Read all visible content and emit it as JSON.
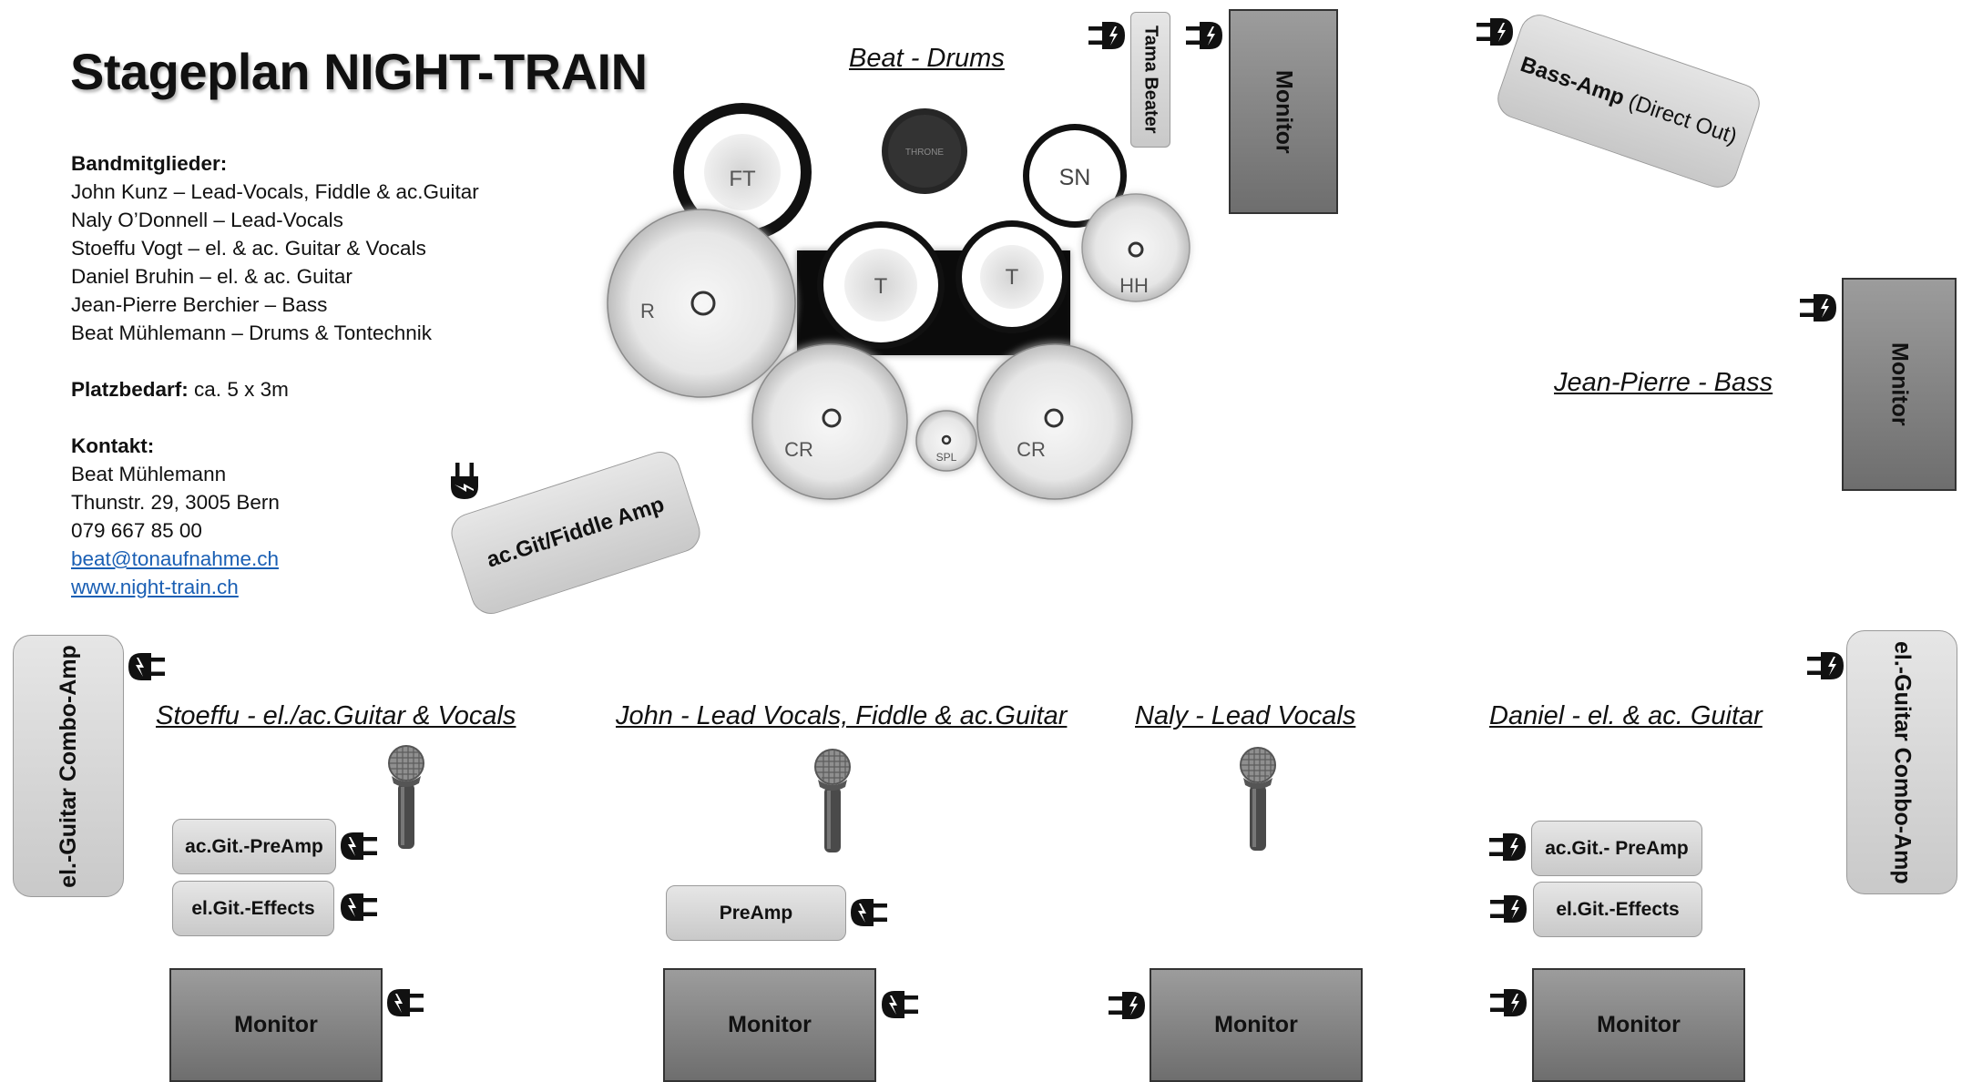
{
  "title": "Stageplan NIGHT-TRAIN",
  "band": {
    "heading": "Bandmitglieder:",
    "members": [
      "John Kunz – Lead-Vocals, Fiddle & ac.Guitar",
      "Naly O’Donnell – Lead-Vocals",
      "Stoeffu Vogt – el. & ac. Guitar & Vocals",
      "Daniel Bruhin – el. & ac. Guitar",
      "Jean-Pierre Berchier – Bass",
      "Beat Mühlemann – Drums & Tontechnik"
    ]
  },
  "space": {
    "label": "Platzbedarf:",
    "value": "ca. 5 x 3m"
  },
  "contact": {
    "heading": "Kontakt:",
    "name": "Beat Mühlemann",
    "address": "Thunstr. 29, 3005 Bern",
    "phone": "079 667 85 00",
    "email": "beat@tonaufnahme.ch",
    "website": "www.night-train.ch"
  },
  "positions": {
    "drums": "Beat - Drums",
    "bass": "Jean-Pierre - Bass",
    "stoeffu": "Stoeffu - el./ac.Guitar & Vocals",
    "john": "John - Lead Vocals, Fiddle & ac.Guitar",
    "naly": "Naly - Lead Vocals",
    "daniel": "Daniel - el. & ac. Guitar"
  },
  "equipment": {
    "tama": "Tama Beater",
    "monitor": "Monitor",
    "bass_amp_bold": "Bass-Amp",
    "bass_amp_note": "(Direct Out)",
    "acgit_fiddle_amp": "ac.Git/Fiddle Amp",
    "combo_amp": "el.-Guitar Combo-Amp",
    "stoeffu_preamp": "ac.Git.-PreAmp",
    "effects": "el.Git.-Effects",
    "john_preamp": "PreAmp",
    "daniel_preamp": "ac.Git.- PreAmp"
  },
  "drumkit": {
    "throne": "THRONE",
    "floor_tom": "FT",
    "ride": "R",
    "tom": "T",
    "snare": "SN",
    "hihat": "HH",
    "crash": "CR",
    "splash": "SPL"
  },
  "icons": {
    "power": "power-plug-icon",
    "microphone": "microphone-icon"
  }
}
